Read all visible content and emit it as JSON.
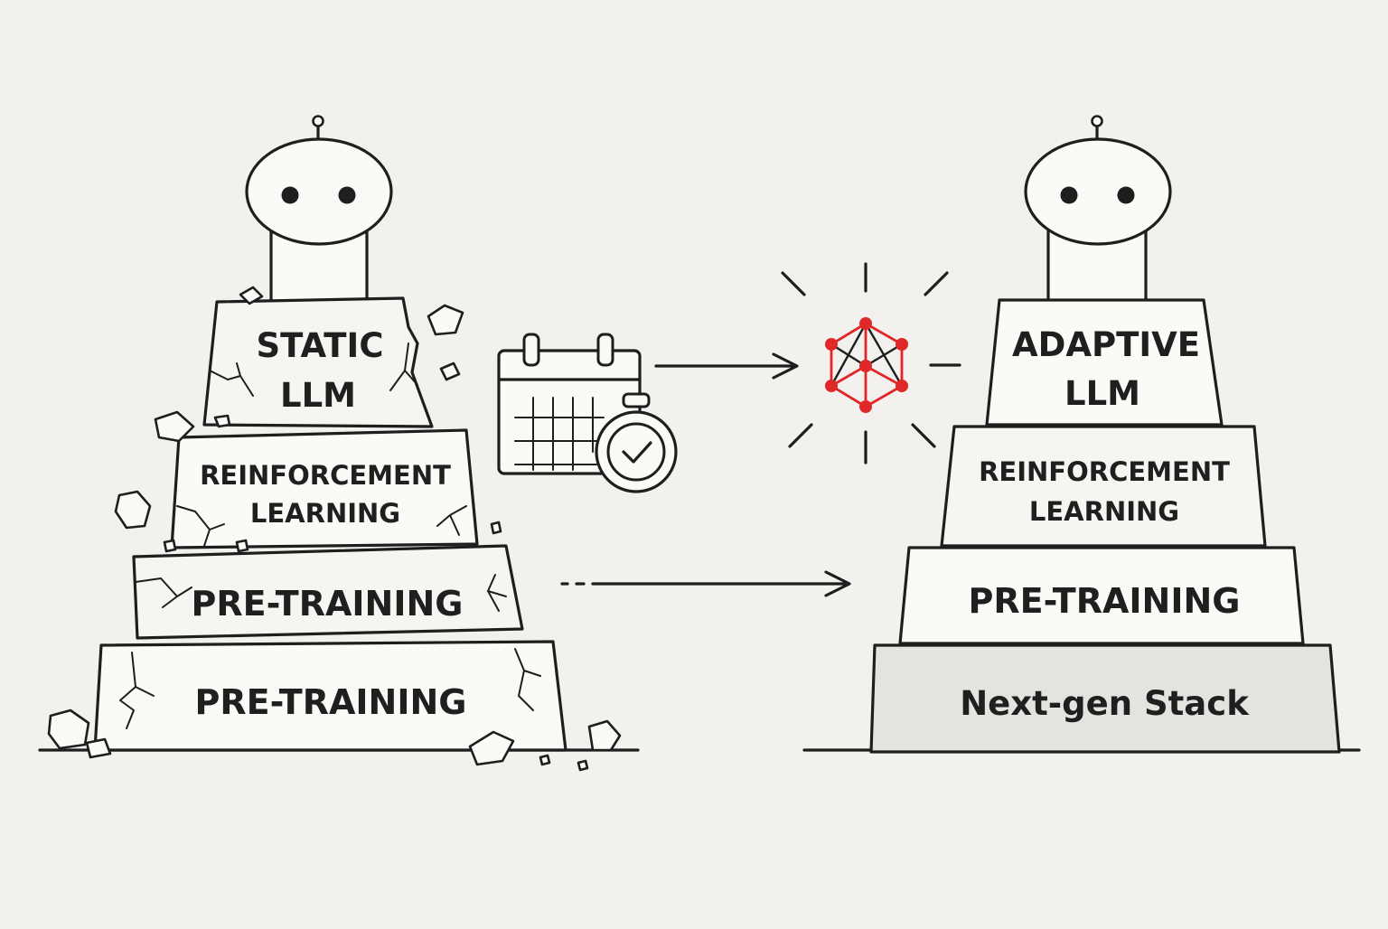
{
  "left_stack": {
    "top_block": {
      "line1": "STATIC",
      "line2": "LLM"
    },
    "rl_block": {
      "line1": "REINFORCEMENT",
      "line2": "LEARNING"
    },
    "pretraining_upper": "PRE-TRAINING",
    "pretraining_lower": "PRE-TRAINING"
  },
  "right_stack": {
    "top_block": {
      "line1": "ADAPTIVE",
      "line2": "LLM"
    },
    "rl_block": {
      "line1": "REINFORCEMENT",
      "line2": "LEARNING"
    },
    "pretraining": "PRE-TRAINING",
    "base": "Next-gen Stack"
  },
  "icons": {
    "left_robot": "robot-head-icon",
    "right_robot": "robot-head-icon",
    "calendar": "calendar-clock-icon",
    "network": "network-graph-icon"
  },
  "colors": {
    "background": "#f2f1ed",
    "ink": "#1e1e1e",
    "accent": "#e0282a",
    "block_fill": "#fbfaf7",
    "base_fill": "#e4e3df"
  }
}
